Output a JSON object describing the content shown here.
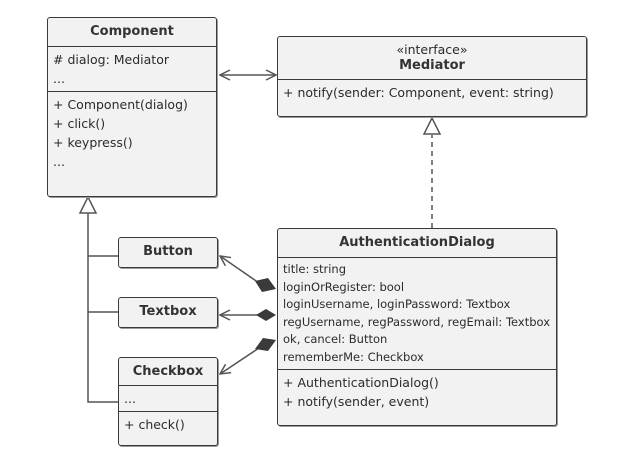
{
  "component": {
    "name": "Component",
    "fields": [
      "# dialog: Mediator",
      "..."
    ],
    "methods": [
      "+ Component(dialog)",
      "+ click()",
      "+ keypress()",
      "..."
    ]
  },
  "mediator": {
    "stereotype": "«interface»",
    "name": "Mediator",
    "methods": [
      "+ notify(sender: Component, event: string)"
    ]
  },
  "button": {
    "name": "Button"
  },
  "textbox": {
    "name": "Textbox"
  },
  "checkbox": {
    "name": "Checkbox",
    "fields": [
      "..."
    ],
    "methods": [
      "+ check()"
    ]
  },
  "auth_dialog": {
    "name": "AuthenticationDialog",
    "fields": [
      "title: string",
      "loginOrRegister: bool",
      "loginUsername, loginPassword: Textbox",
      "regUsername, regPassword, regEmail: Textbox",
      "ok, cancel: Button",
      "rememberMe: Checkbox"
    ],
    "methods": [
      "+ AuthenticationDialog()",
      "+ notify(sender, event)"
    ]
  }
}
